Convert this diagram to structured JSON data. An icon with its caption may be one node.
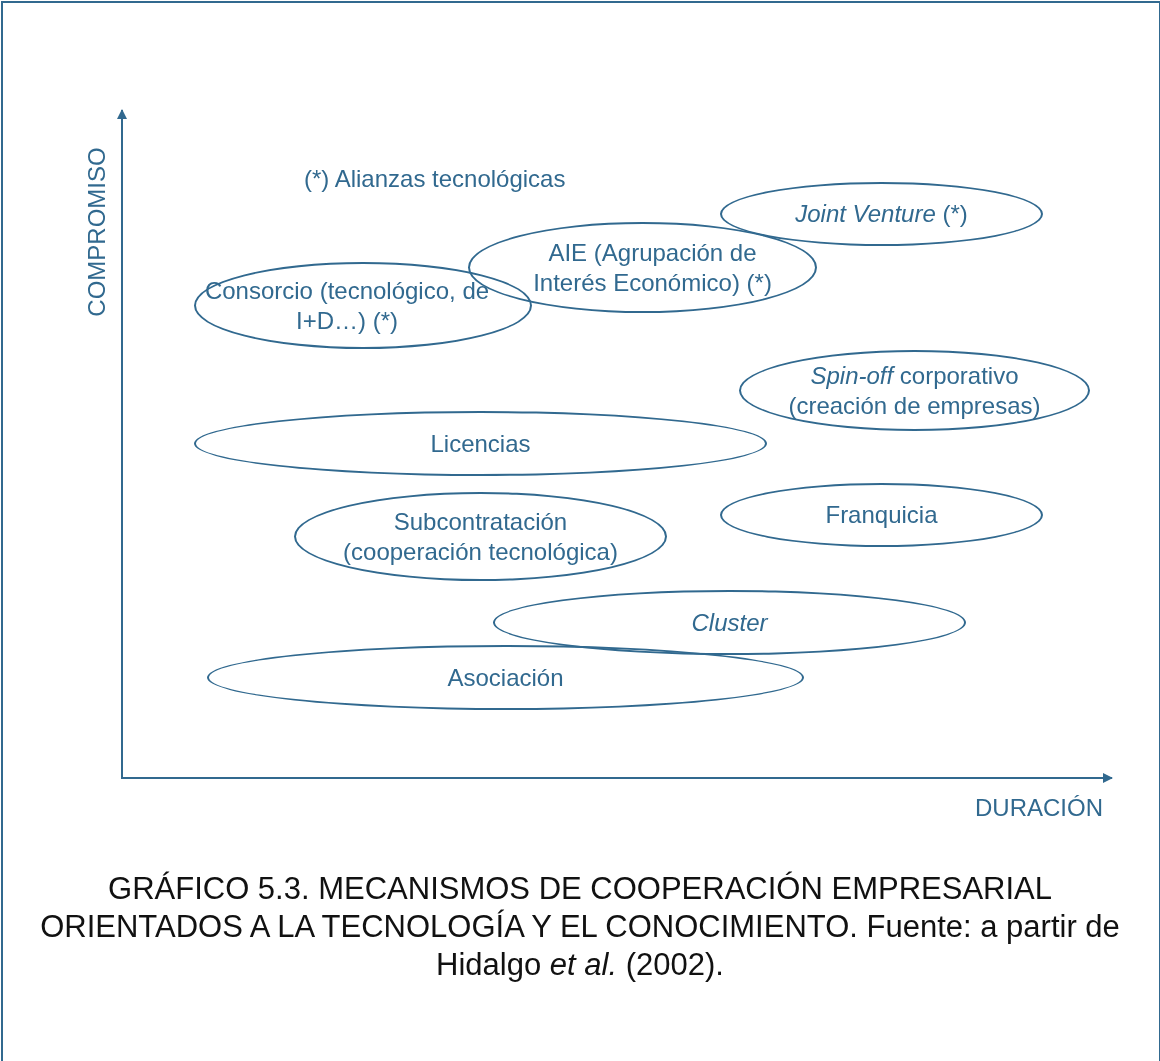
{
  "diagram": {
    "caption": "GRÁFICO 5.3. MECANISMOS DE COOPERACIÓN EMPRESARIAL ORIENTADOS A LA TECNOLOGÍA Y EL CONOCIMIENTO. Fuente: a partir de Hidalgo *et al.* (2002).",
    "nodes": [
      {
        "text": [
          "Consorcio (tecnológico, de I+D…) (*)"
        ]
      },
      {
        "text": [
          "AIE (Agrupación de Interés Económico) (*)"
        ]
      },
      {
        "text": [
          "*Joint Venture* (*)"
        ]
      },
      {
        "text": [
          "*Spin-off* corporativo (creación de empresas)"
        ]
      },
      {
        "text": [
          "Licencias"
        ]
      },
      {
        "text": [
          "Subcontratación (cooperación tecnológica)"
        ]
      },
      {
        "text": [
          "Franquicia"
        ]
      },
      {
        "text": [
          "*Cluster*"
        ]
      },
      {
        "text": [
          "Asociación"
        ]
      }
    ],
    "edges": [],
    "labels": [
      "COMPROMISO",
      "(*) Alianzas tecnológicas",
      "DURACIÓN"
    ]
  }
}
